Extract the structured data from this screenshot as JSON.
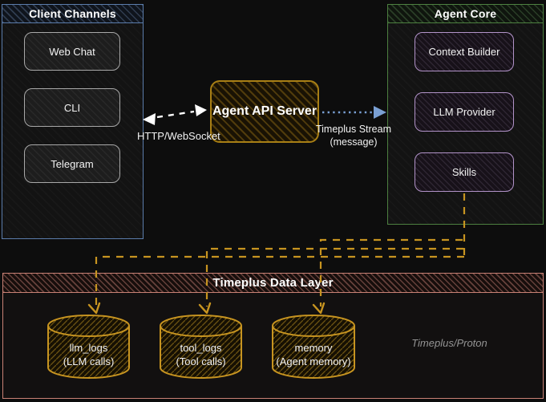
{
  "client_channels": {
    "title": "Client Channels",
    "accent": "#5b7cab",
    "items": [
      {
        "label": "Web Chat"
      },
      {
        "label": "CLI"
      },
      {
        "label": "Telegram"
      }
    ]
  },
  "api_server": {
    "label": "Agent API Server",
    "accent": "#b8860b"
  },
  "agent_core": {
    "title": "Agent Core",
    "accent": "#4d8040",
    "node_accent": "#b293c9",
    "items": [
      {
        "label": "Context Builder"
      },
      {
        "label": "LLM Provider"
      },
      {
        "label": "Skills"
      }
    ]
  },
  "edges": {
    "http": {
      "label": "HTTP/WebSocket",
      "color": "#ffffff",
      "style": "dashed, double-headed"
    },
    "stream": {
      "label1": "Timeplus Stream",
      "label2": "(message)",
      "color": "#7aa0d4",
      "style": "dotted, arrow right"
    },
    "writes": {
      "color": "#c79420",
      "style": "dashed elbow connectors from Skills to stores"
    }
  },
  "data_layer": {
    "title": "Timeplus Data Layer",
    "accent": "#c98175",
    "engine": "Timeplus/Proton",
    "stores": [
      {
        "name": "llm_logs",
        "sub": "(LLM calls)"
      },
      {
        "name": "tool_logs",
        "sub": "(Tool calls)"
      },
      {
        "name": "memory",
        "sub": "(Agent memory)"
      }
    ]
  }
}
